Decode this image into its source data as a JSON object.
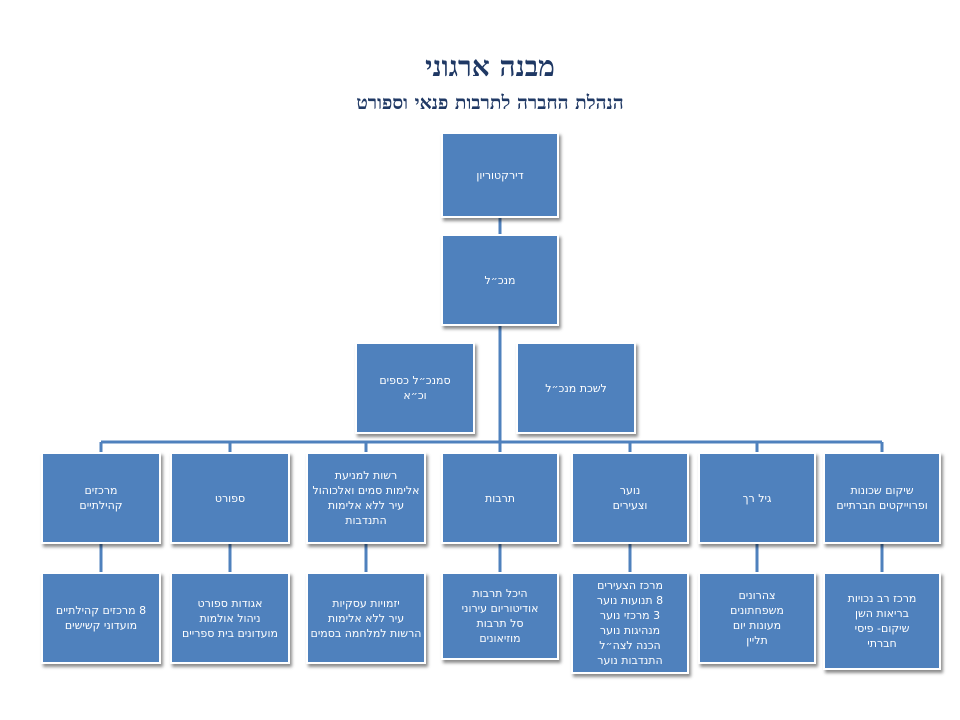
{
  "header": {
    "title": "מבנה ארגוני",
    "subtitle": "הנהלת החברה לתרבות פנאי וספורט"
  },
  "colors": {
    "box_fill": "#4f81bd",
    "connector": "#4f81bd",
    "title": "#1f3864",
    "box_text": "#ffffff"
  },
  "chart": {
    "directorate": "דירקטוריון",
    "ceo": "מנכ״ל",
    "deputy_ceo_finance": "סמנכ״ל כספים\nוכ״א",
    "ceo_office": "לשכת מנכ״ל",
    "departments": [
      {
        "label": "שיקום שכונות\nופרוייקטים חברתיים",
        "detail": "מרכז רב נכויות\nבריאות השן\nשיקום- פיסי\nחברתי"
      },
      {
        "label": "גיל רך",
        "detail": "צהרונים\nמשפחתונים\nמעונות יום\nתליין"
      },
      {
        "label": "נוער\nוצעירים",
        "detail": "מרכז הצעירים\n8 תנועות נוער\n3 מרכזי נוער\nמנהיגות נוער\nהכנה לצה״ל\nהתנדבות נוער"
      },
      {
        "label": "תרבות",
        "detail": "היכל תרבות\nאודיטוריום עירוני\nסל תרבות\nמוזיאונים"
      },
      {
        "label": "רשות למניעת\nאלימות סמים ואלכוהול\nעיר ללא אלימות\nהתנדבות",
        "detail": "יזמויות עסקיות\nעיר ללא אלימות\nהרשות למלחמה בסמים"
      },
      {
        "label": "ספורט",
        "detail": "אגודות ספורט\nניהול אולמות\nמועדונים בית ספריים"
      },
      {
        "label": "מרכזים\nקהילתיים",
        "detail": "8 מרכזים קהילתיים\nמועדוני קשישים"
      }
    ]
  }
}
